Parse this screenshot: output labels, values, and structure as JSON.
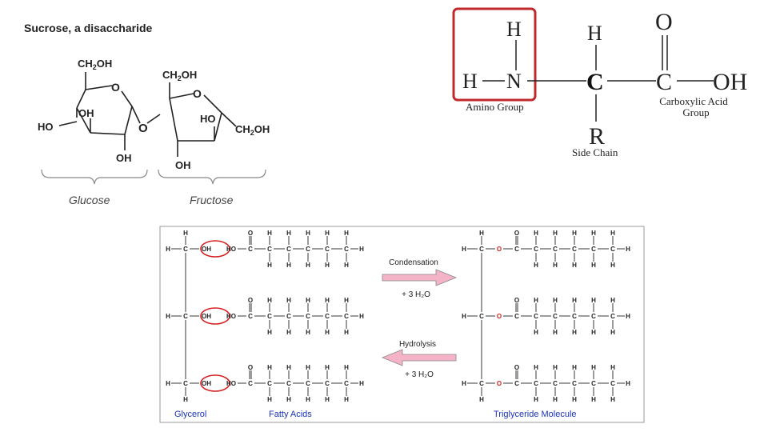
{
  "sucrose": {
    "title": "Sucrose, a disaccharide",
    "glucose": {
      "ch2oh": "CH",
      "ch2oh_sub": "2",
      "ch2oh_end": "OH",
      "ring_o": "O",
      "ho": "HO",
      "oh_inner": "OH",
      "oh_bottom": "OH",
      "label": "Glucose"
    },
    "bridge_o": "O",
    "fructose": {
      "ch2oh": "CH",
      "ch2oh_sub": "2",
      "ch2oh_end": "OH",
      "ring_o": "O",
      "ho": "HO",
      "ch2oh_right": "CH",
      "ch2oh_right_sub": "2",
      "ch2oh_right_end": "OH",
      "oh_bottom": "OH",
      "label": "Fructose"
    }
  },
  "amino_acid": {
    "h_top_n": "H",
    "h_left": "H",
    "n": "N",
    "h_top_c": "H",
    "c_alpha": "C",
    "o": "O",
    "c_carboxyl": "C",
    "oh": "OH",
    "r": "R",
    "amino_label": "Amino Group",
    "carboxyl_label_1": "Carboxylic Acid",
    "carboxyl_label_2": "Group",
    "side_chain_label": "Side Chain",
    "highlight_color": "#c0282c"
  },
  "triglyceride": {
    "glycerol_label": "Glycerol",
    "fatty_acids_label": "Fatty Acids",
    "triglyceride_label": "Triglyceride Molecule",
    "condensation": "Condensation",
    "hydrolysis": "Hydrolysis",
    "water_1": "+ 3 H₂O",
    "water_2": "+ 3 H₂O",
    "atom_h": "H",
    "atom_c": "C",
    "atom_o": "O",
    "oh": "OH",
    "ho": "HO",
    "label_color": "#1a33b5",
    "oxygen_color": "#d42020",
    "arrow_color": "#f5b3c8"
  }
}
